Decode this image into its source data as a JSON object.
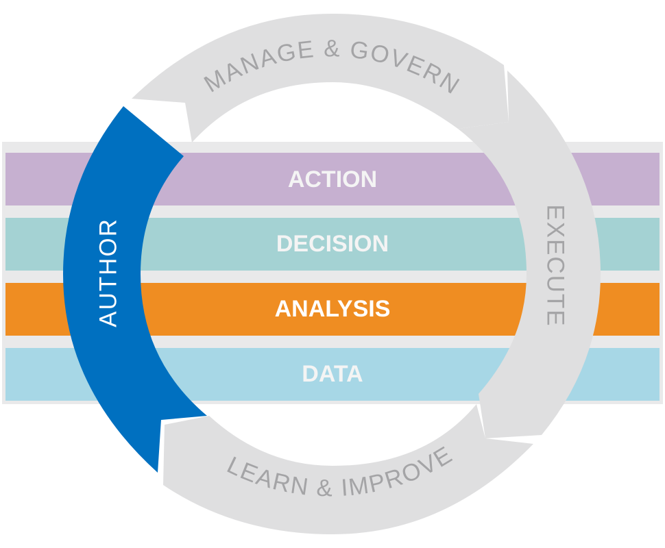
{
  "colors": {
    "band_outline": "#e9e9ea",
    "action": "#c6b0d0",
    "decision": "#a4d2d3",
    "analysis": "#ef8d22",
    "data": "#a7d7e6",
    "ring_gray": "#dfdfe0",
    "ring_text_gray": "#a4a4a6",
    "author_blue": "#0070c0",
    "label_light": "#f4f4f4",
    "label_white": "#ffffff"
  },
  "layers": [
    {
      "id": "action",
      "label": "ACTION"
    },
    {
      "id": "decision",
      "label": "DECISION"
    },
    {
      "id": "analysis",
      "label": "ANALYSIS"
    },
    {
      "id": "data",
      "label": "DATA"
    }
  ],
  "cycle": {
    "manage_govern": "MANAGE  & GOVERN",
    "execute": "EXECUTE",
    "learn_improve": "LEARN & IMPROVE",
    "author": "AUTHOR"
  }
}
